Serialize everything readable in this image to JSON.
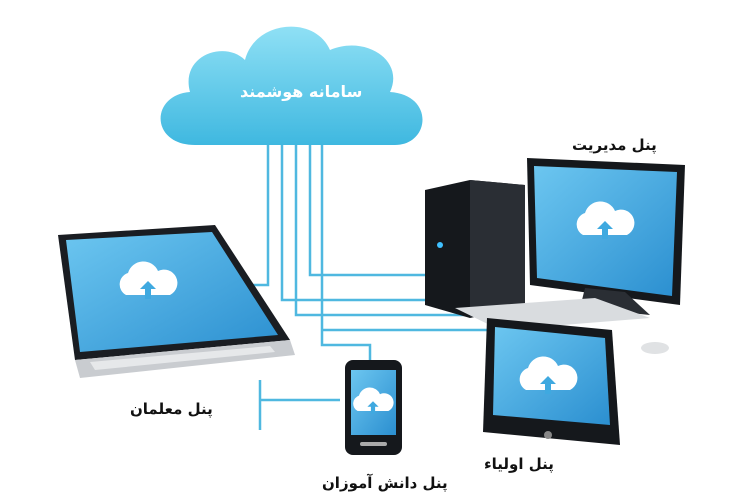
{
  "cloud": {
    "title": "سامانه هوشمند"
  },
  "devices": {
    "admin": "پنل مدیریت",
    "teachers": "پنل معلمان",
    "students": "پنل دانش آموزان",
    "parents": "پنل اولیاء"
  },
  "colors": {
    "cloud": "#5ccbe8",
    "screen": "#3fa9e0",
    "cable": "#4fb8e0",
    "device": "#1a1d22"
  }
}
